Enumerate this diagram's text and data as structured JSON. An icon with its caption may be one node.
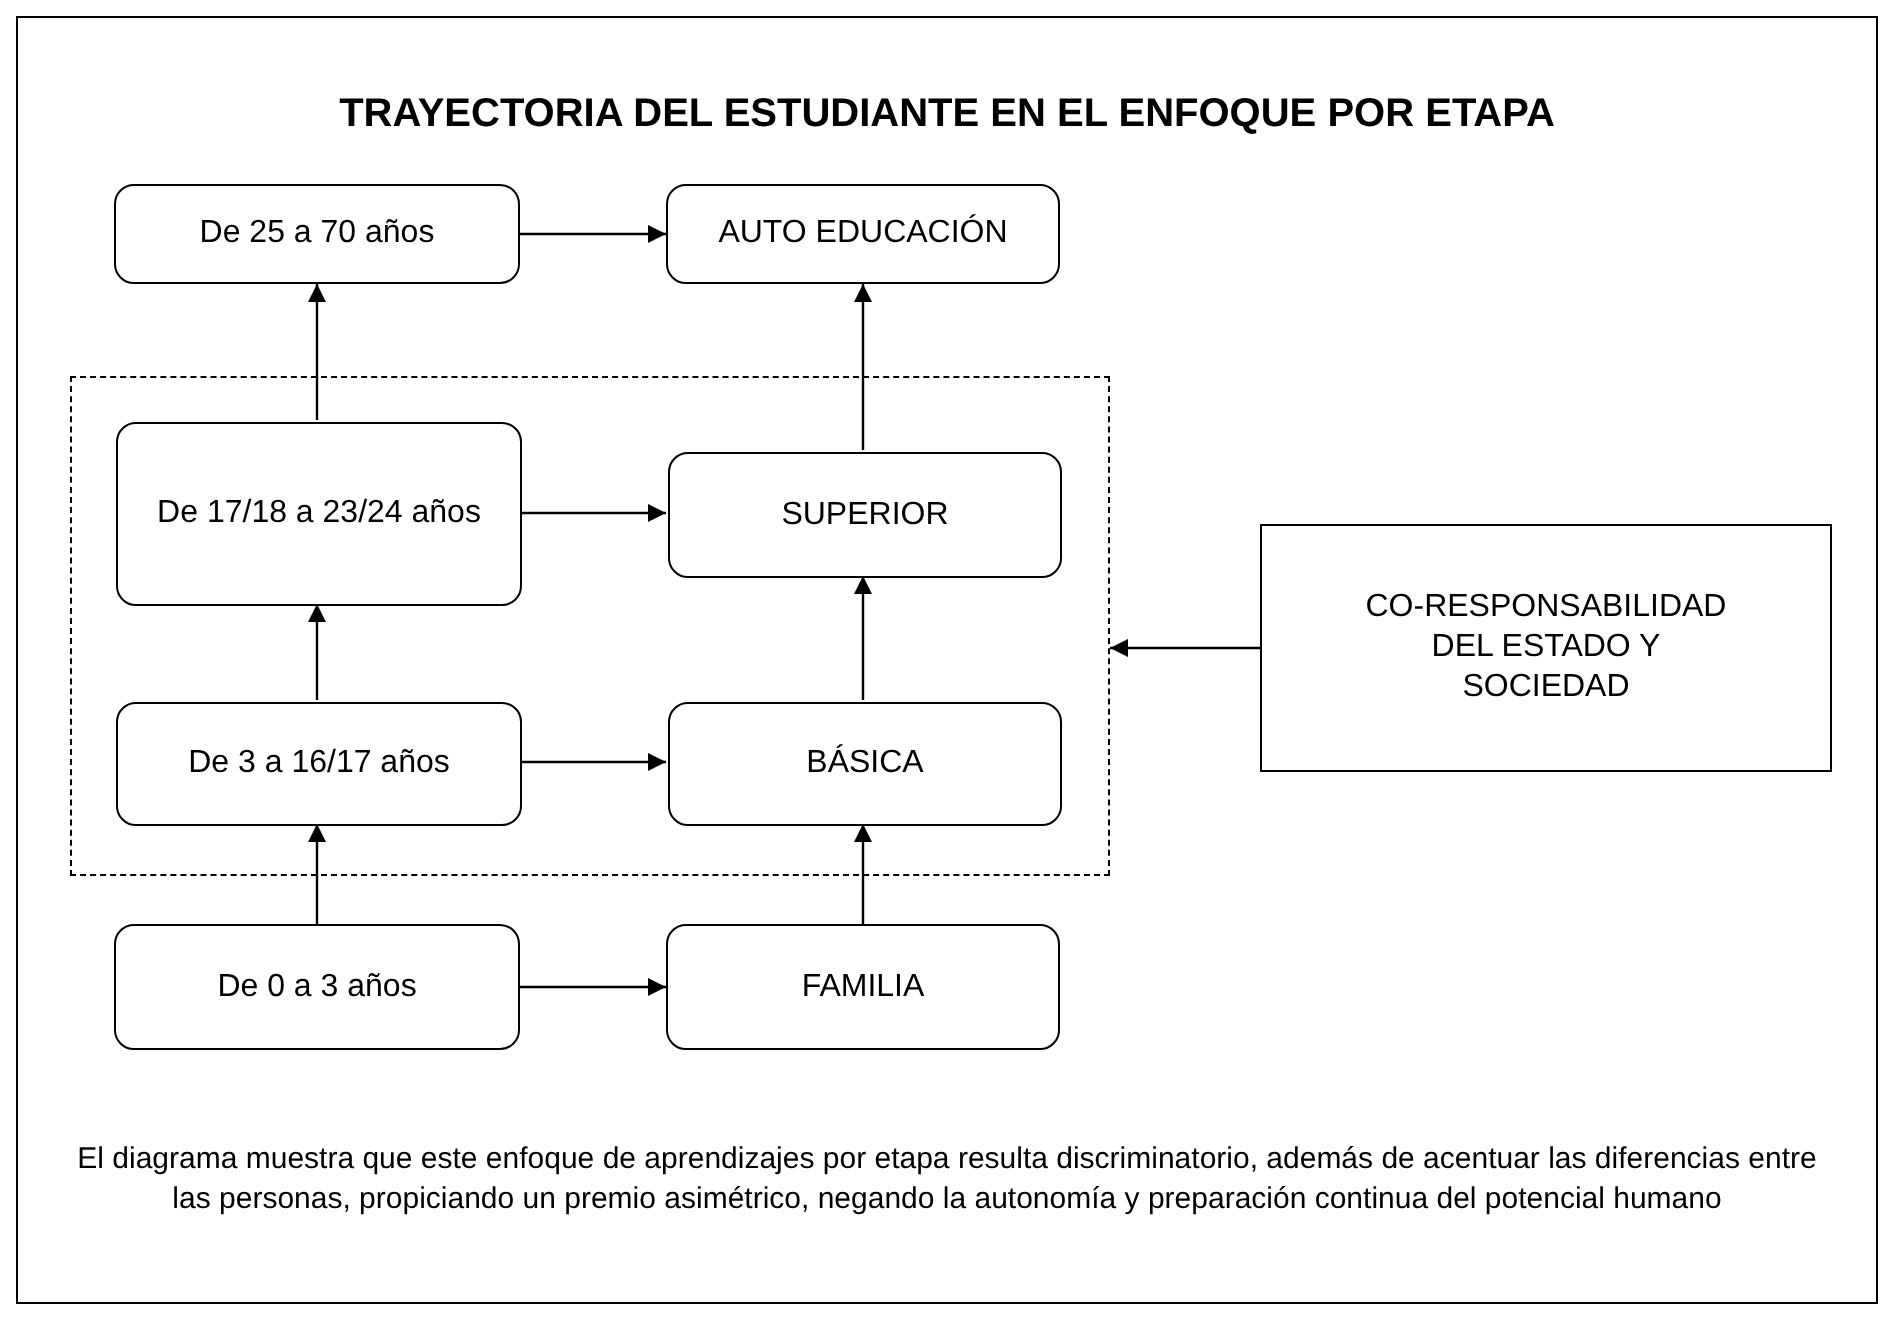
{
  "diagram": {
    "title": "TRAYECTORIA DEL ESTUDIANTE EN EL ENFOQUE POR ETAPA",
    "nodes": [
      {
        "text": [
          "De 25 a 70 años"
        ]
      },
      {
        "text": [
          "AUTO EDUCACIÓN"
        ]
      },
      {
        "text": [],
        "shape": "box"
      },
      {
        "text": [
          "De 17/18 a 23/24 años"
        ],
        "in": 2
      },
      {
        "text": [
          "SUPERIOR"
        ],
        "in": 2
      },
      {
        "text": [
          "De 3 a 16/17 años"
        ],
        "in": 2
      },
      {
        "text": [
          "BÁSICA"
        ],
        "in": 2
      },
      {
        "text": [
          "CO-RESPONSABILIDAD DEL ESTADO Y SOCIEDAD"
        ]
      },
      {
        "text": [
          "De 0 a 3 años"
        ]
      },
      {
        "text": [
          "FAMILIA"
        ]
      }
    ],
    "edges": [
      {
        "from": 0,
        "to": 1,
        "arrow": "to"
      },
      {
        "from": 3,
        "to": 0,
        "arrow": "to"
      },
      {
        "from": 4,
        "to": 1,
        "arrow": "to"
      },
      {
        "from": 3,
        "to": 4,
        "arrow": "to"
      },
      {
        "from": 5,
        "to": 3,
        "arrow": "to"
      },
      {
        "from": 6,
        "to": 4,
        "arrow": "to"
      },
      {
        "from": 5,
        "to": 6,
        "arrow": "to"
      },
      {
        "from": 8,
        "to": 5,
        "arrow": "to"
      },
      {
        "from": 9,
        "to": 6,
        "arrow": "to"
      },
      {
        "from": 8,
        "to": 9,
        "arrow": "to"
      },
      {
        "from": 7,
        "to": 2,
        "arrow": "to"
      }
    ],
    "caption": "El diagrama muestra que este enfoque de aprendizajes por etapa resulta discriminatorio, además de acentuar las diferencias entre las personas, propiciando un premio asimétrico, negando la autonomía y preparación continua del potencial humano"
  }
}
